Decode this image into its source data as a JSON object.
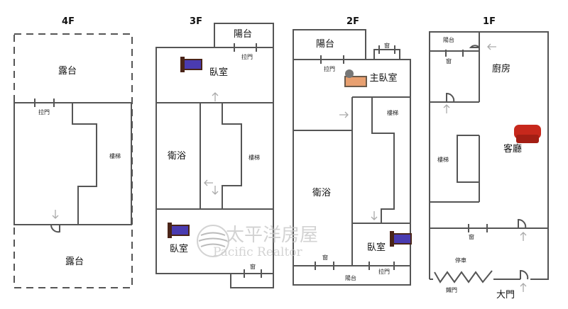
{
  "floors": [
    {
      "title": "4F",
      "labels": {
        "terrace_top": "露台",
        "sliding_door": "拉門",
        "stairs": "樓梯",
        "terrace_bottom": "露台"
      }
    },
    {
      "title": "3F",
      "labels": {
        "balcony": "陽台",
        "sliding_door": "拉門",
        "bedroom_top": "臥室",
        "bathroom": "衛浴",
        "stairs": "樓梯",
        "bedroom_bottom": "臥室",
        "window": "窗"
      }
    },
    {
      "title": "2F",
      "labels": {
        "balcony_top": "陽台",
        "window_top": "窗",
        "sliding_door_top": "拉門",
        "master_bedroom": "主臥室",
        "stairs": "樓梯",
        "bathroom": "衛浴",
        "bedroom": "臥室",
        "window_bottom": "窗",
        "sliding_door_bottom": "拉門",
        "balcony_bottom": "陽台"
      }
    },
    {
      "title": "1F",
      "labels": {
        "balcony": "陽台",
        "window_top": "窗",
        "kitchen": "廚房",
        "living_room": "客廳",
        "stairs": "樓梯",
        "window_bottom": "窗",
        "parking": "停車",
        "iron_gate": "鐵門",
        "main_door": "大門"
      }
    }
  ],
  "watermark": {
    "name": "太平洋房屋",
    "name_en": "Pacific Realtor"
  }
}
